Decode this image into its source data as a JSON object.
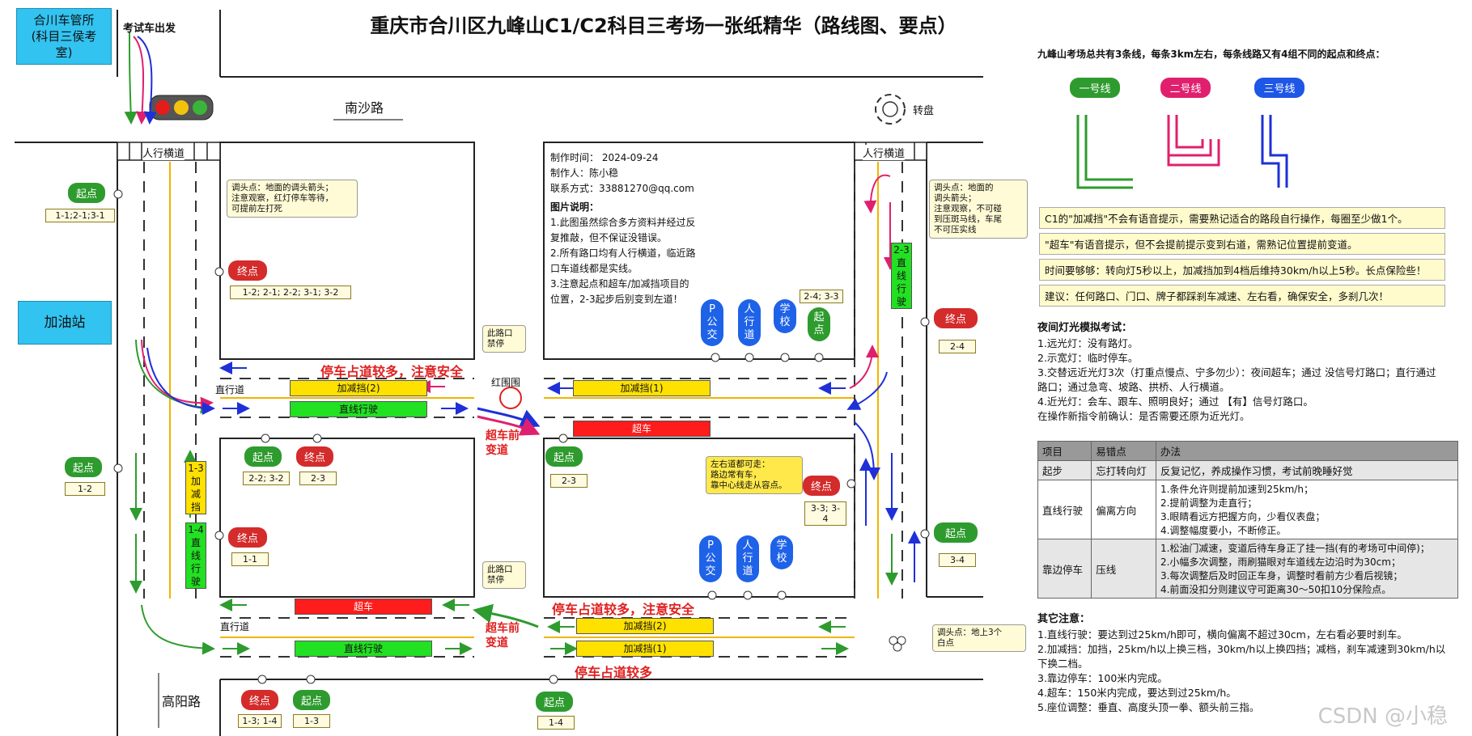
{
  "title": "重庆市合川区九峰山C1/C2科目三考场一张纸精华（路线图、要点）",
  "dept": "合川车管所\n(科目三侯考\n室)",
  "depart": "考试车出发",
  "gas": "加油站",
  "roads": {
    "nansha": "南沙路",
    "gaoyang": "高阳路",
    "roundabout": "转盘",
    "crosswalk": "人行横道",
    "straight": "直行道",
    "redcircle": "红围围"
  },
  "colors": {
    "green": "#2e9b2e",
    "pink": "#e0206e",
    "blue": "#1e30d8",
    "yellow": "#ffe100",
    "red": "#ff1c1c"
  },
  "labels": {
    "start": "起点",
    "end": "终点"
  },
  "tags": {
    "t1": "1-1;2-1;3-1",
    "t2": "1-2; 2-1; 2-2; 3-1; 3-2",
    "t3": "1-2",
    "t4": "2-2; 3-2",
    "t5": "2-3",
    "t6": "1-1",
    "t7": "2-3",
    "t8": "2-4; 3-3",
    "t9": "3-3; 3-4",
    "t10": "2-4",
    "t11": "3-4",
    "t12": "1-3; 1-4",
    "t13": "1-3",
    "t14": "1-4"
  },
  "notes": {
    "uturn1": "调头点：地面的调头箭头；\n注意观察，红灯停车等待，\n可提前左打死",
    "uturn2": "调头点：地面的\n调头箭头；\n注意观察，不可碰\n到压斑马线，车尾\n不可压实线",
    "uturn3": "调头点：地上3个\n白点",
    "noentry1": "此路口\n禁停",
    "noentry2": "此路口\n禁停",
    "leftlane": "左右道都可走：\n路边常有车，\n靠中心线走从容点。"
  },
  "bars": {
    "jj2": "加减挡(2)",
    "zx": "直线行驶",
    "jj1": "加减挡(1)",
    "cc": "超车",
    "jj2b": "加减挡(2)",
    "jj1b": "加减挡(1)"
  },
  "redtexts": {
    "p1": "停车占道较多，注意安全",
    "p2": "停车占道较多，注意安全",
    "p3": "停车占道较多",
    "c1": "超车前\n变道",
    "c2": "超车前\n变道"
  },
  "stops": {
    "p": "P\n公\n交",
    "rx": "人\n行\n道",
    "xx": "学\n校",
    "qd": "起\n点"
  },
  "strips": {
    "s1": "1-3\n加\n减\n挡",
    "s2": "1-4\n直\n线\n行\n驶",
    "s3": "2-3\n直\n线\n行\n驶"
  },
  "info": {
    "time": "制作时间：  2024-09-24",
    "author": "制作人：陈小稳",
    "contact": "联系方式：33881270@qq.com",
    "heading": "图片说明：",
    "p1": "1.此图虽然综合多方资料并经过反复推敲，但不保证没错误。",
    "p2": "2.所有路口均有人行横道，临近路口车道线都是实线。",
    "p3": "3.注意起点和超车/加减挡项目的位置，2-3起步后别变到左道！"
  },
  "right": {
    "intro": "九峰山考场总共有3条线，每条3km左右，每条线路又有4组不同的起点和终点：",
    "line1": "一号线",
    "line2": "二号线",
    "line3": "三号线",
    "n1": "C1的\"加减挡\"不会有语音提示，需要熟记适合的路段自行操作，每圈至少做1个。",
    "n2": "\"超车\"有语音提示，但不会提前提示变到右道，需熟记位置提前变道。",
    "n3": "时间要够够：转向灯5秒以上，加减挡加到4档后维持30km/h以上5秒。长点保险些！",
    "n4": "建议：任何路口、门口、牌子都踩刹车减速、左右看，确保安全，多刹几次！",
    "night_h": "夜间灯光模拟考试：",
    "night": [
      "1.远光灯：没有路灯。",
      "2.示宽灯：临时停车。",
      "3.交替远近光灯3次（打重点慢点、宁多勿少）：夜间超车；通过 没信号灯路口；直行通过路口；通过急弯、坡路、拱桥、人行横道。",
      "4.近光灯：会车、跟车、照明良好；通过 【有】信号灯路口。",
      "在操作新指令前确认：是否需要还原为近光灯。"
    ],
    "table": {
      "headers": [
        "项目",
        "易错点",
        "办法"
      ],
      "rows": [
        [
          "起步",
          "忘打转向灯",
          "反复记忆，养成操作习惯，考试前晚睡好觉"
        ],
        [
          "直线行驶",
          "偏离方向",
          "1.条件允许则提前加速到25km/h；\n2.提前调整为走直行；\n3.眼睛看远方把握方向，少看仪表盘；\n4.调整幅度要小，不断修正。"
        ],
        [
          "靠边停车",
          "压线",
          "1.松油门减速，变道后待车身正了挂一挡(有的考场可中间停)；\n2.小幅多次调整，雨刷猫眼对车道线左边沿时为30cm；\n3.每次调整后及时回正车身，调整时看前方少看后视镜；\n4.前面没扣分则建议守可距离30～50扣10分保险点。"
        ]
      ]
    },
    "other_h": "其它注意：",
    "other": [
      "1.直线行驶：要达到过25km/h即可，横向偏离不超过30cm，左右看必要时刹车。",
      "2.加减挡：加挡，25km/h以上换三档，30km/h以上换四挡；减档，刹车减速到30km/h以下换二档。",
      "3.靠边停车：100米内完成。",
      "4.超车：150米内完成，要达到过25km/h。",
      "5.座位调整：垂直、高度头顶一拳、额头前三指。"
    ]
  },
  "watermark": "CSDN @小稳"
}
